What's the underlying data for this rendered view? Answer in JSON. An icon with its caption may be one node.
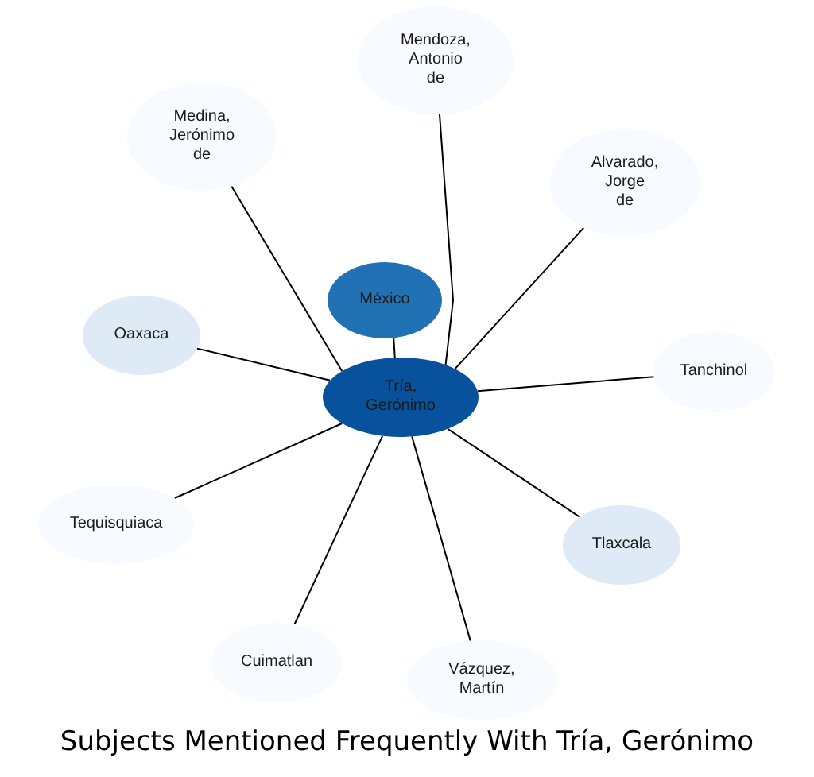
{
  "diagram": {
    "title": "Subjects Mentioned Frequently With Tría, Gerónimo",
    "nodes": [
      {
        "text": [
          "Mendoza, Antonio de"
        ]
      },
      {
        "text": [
          "Medina, Jerónimo de"
        ]
      },
      {
        "text": [
          "Alvarado, Jorge de"
        ]
      },
      {
        "text": [
          "México"
        ]
      },
      {
        "text": [
          "Oaxaca"
        ]
      },
      {
        "text": [
          "Tría, Gerónimo"
        ]
      },
      {
        "text": [
          "Tanchinol"
        ]
      },
      {
        "text": [
          "Tequisquiaca"
        ]
      },
      {
        "text": [
          "Tlaxcala"
        ]
      },
      {
        "text": [
          "Cuimatlan"
        ]
      },
      {
        "text": [
          "Vázquez, Martín"
        ]
      }
    ],
    "edges": [
      {
        "from": 5,
        "to": 0,
        "arrow": "none"
      },
      {
        "from": 5,
        "to": 1,
        "arrow": "none"
      },
      {
        "from": 5,
        "to": 2,
        "arrow": "none"
      },
      {
        "from": 5,
        "to": 3,
        "arrow": "none"
      },
      {
        "from": 5,
        "to": 4,
        "arrow": "none"
      },
      {
        "from": 5,
        "to": 6,
        "arrow": "none"
      },
      {
        "from": 5,
        "to": 7,
        "arrow": "none"
      },
      {
        "from": 5,
        "to": 8,
        "arrow": "none"
      },
      {
        "from": 5,
        "to": 9,
        "arrow": "none"
      },
      {
        "from": 5,
        "to": 10,
        "arrow": "none"
      }
    ]
  }
}
